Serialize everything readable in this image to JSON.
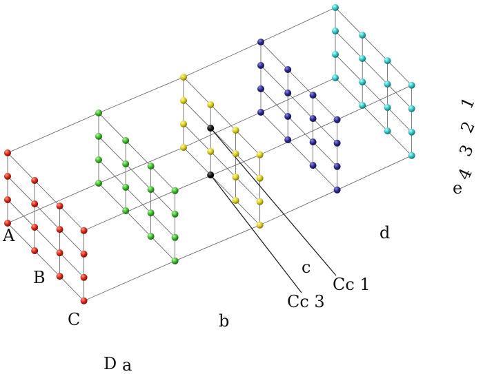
{
  "diagram": {
    "row_labels": [
      "A",
      "B",
      "C",
      "D"
    ],
    "column_labels": [
      "a",
      "b",
      "c",
      "d",
      "e"
    ],
    "level_labels": [
      "1",
      "2",
      "3",
      "4"
    ],
    "callouts": [
      "Cc 1",
      "Cc 3"
    ],
    "column_colors": {
      "a": "#d42a1c",
      "b": "#3fb82c",
      "c": "#d8cf1e",
      "d": "#2d2a8e",
      "e": "#36c2c4",
      "highlight": "#111111"
    }
  }
}
